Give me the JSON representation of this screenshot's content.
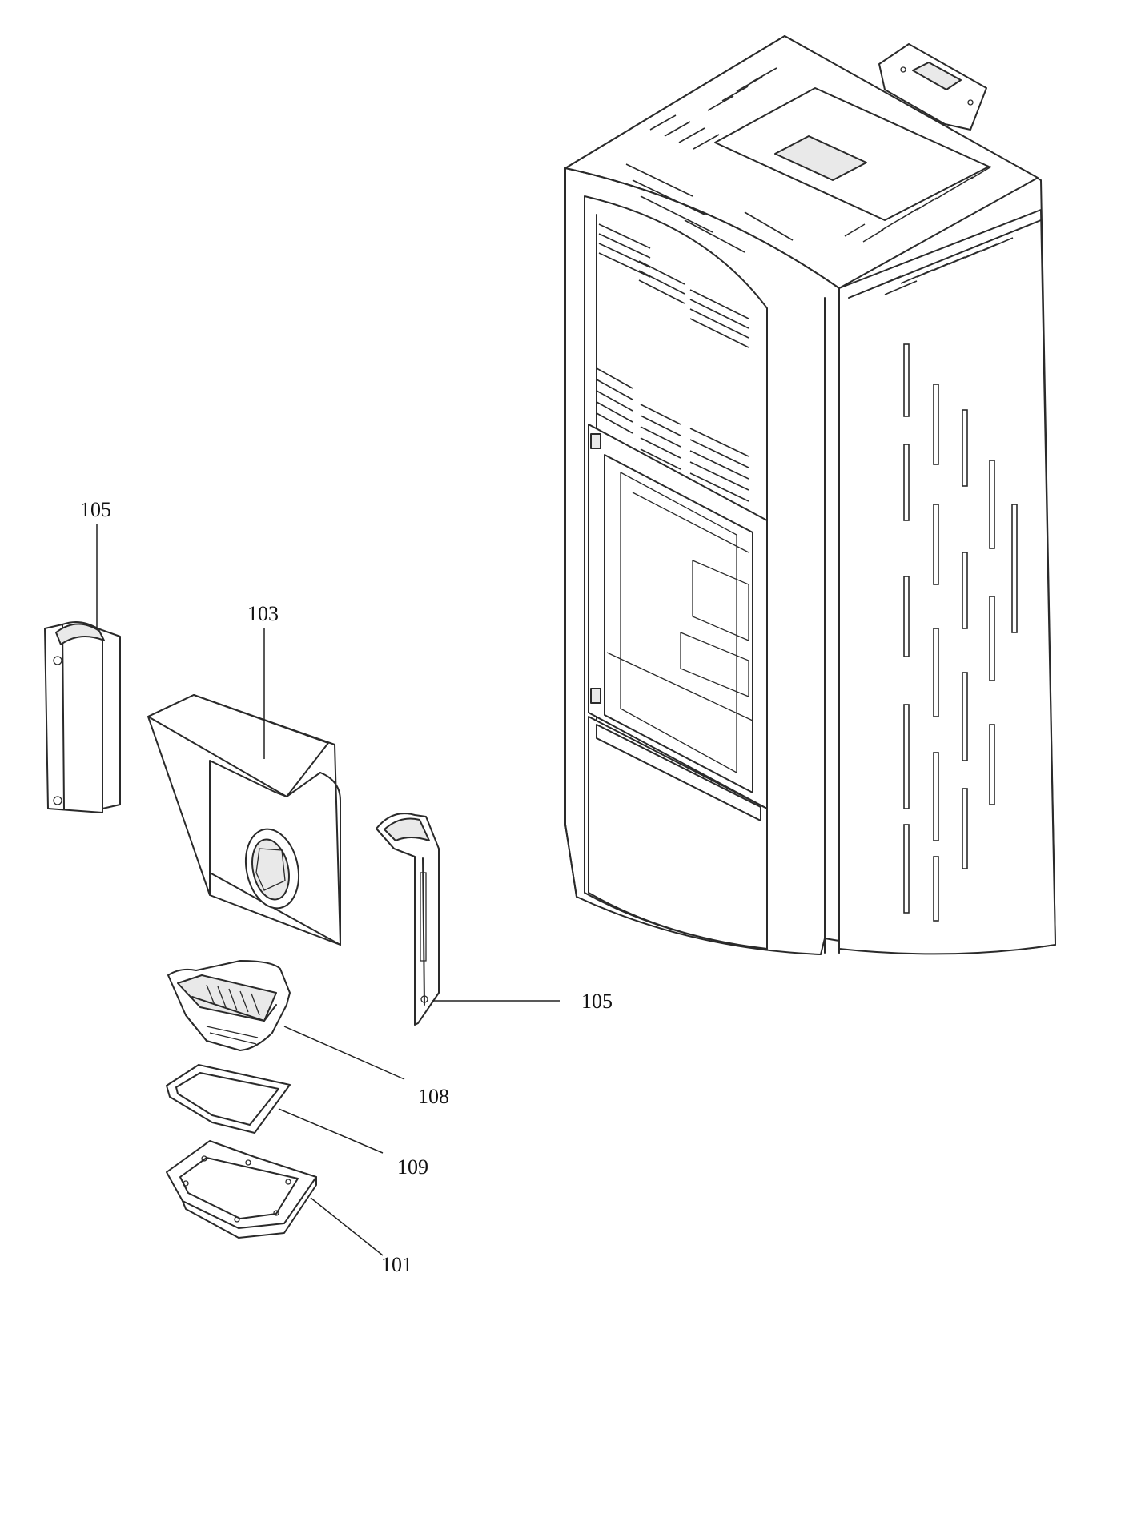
{
  "callouts": {
    "left_liner": "105",
    "top_deflector": "103",
    "right_liner": "105",
    "burn_pot": "108",
    "gasket": "109",
    "base_plate": "101"
  },
  "colors": {
    "line": "#2a2a2a",
    "background": "#ffffff",
    "shade": "#e9e9e9"
  }
}
